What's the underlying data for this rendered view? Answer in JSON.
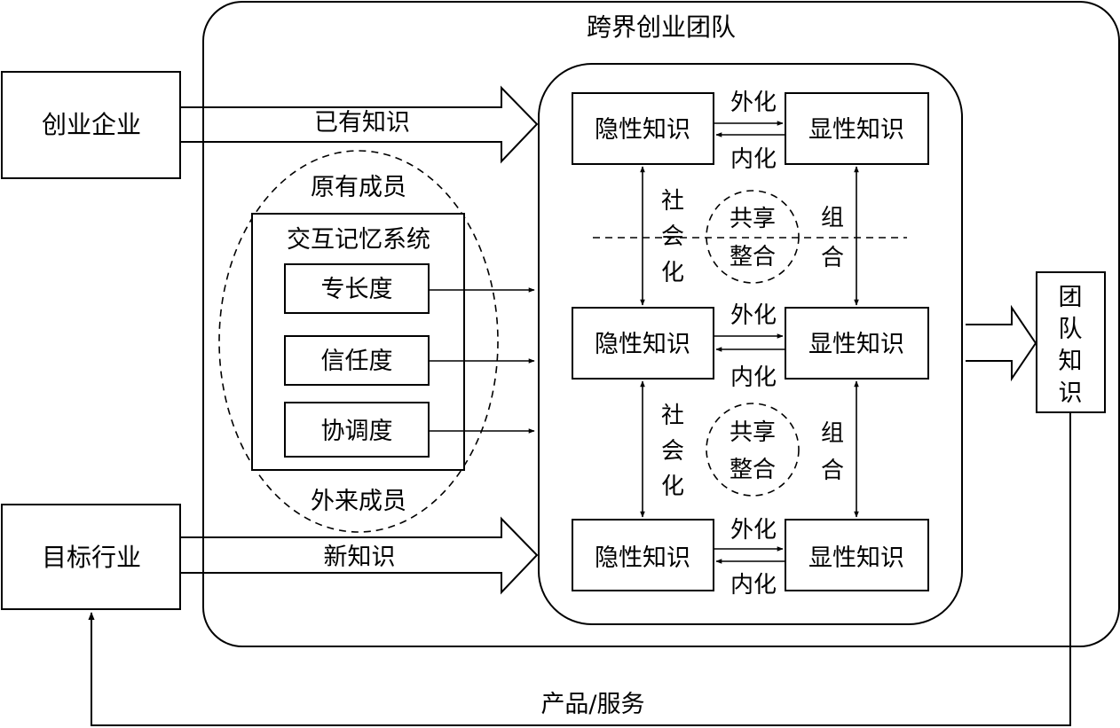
{
  "outer_title": "跨界创业团队",
  "source_company": "创业企业",
  "target_industry": "目标行业",
  "existing_knowledge": "已有知识",
  "new_knowledge": "新知识",
  "original_members": "原有成员",
  "external_members": "外来成员",
  "tms": {
    "title": "交互记忆系统",
    "items": [
      "专长度",
      "信任度",
      "协调度"
    ]
  },
  "tacit": "隐性知识",
  "explicit": "显性知识",
  "externalize": "外化",
  "internalize": "内化",
  "socialize_chars": [
    "社",
    "会",
    "化"
  ],
  "combine_chars": [
    "组",
    "合"
  ],
  "share_integrate": [
    "共享",
    "整合"
  ],
  "team_knowledge_chars": [
    "团",
    "队",
    "知",
    "识"
  ],
  "feedback": "产品/服务"
}
